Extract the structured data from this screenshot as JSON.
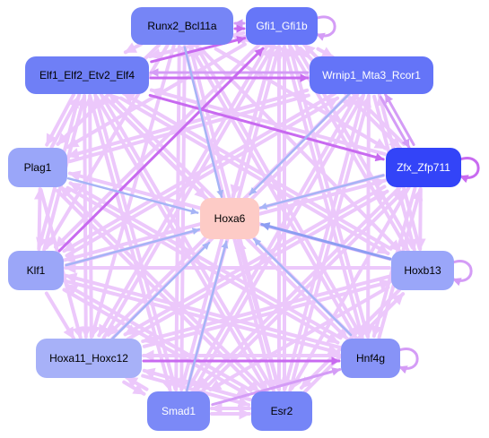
{
  "colors": {
    "edge_light": "#ecc8fb",
    "edge_mid": "#d49cf6",
    "edge_strong": "#c86af0",
    "edge_blue": "#a6b4f6",
    "edge_blue_dark": "#8d9ef2"
  },
  "nodes": [
    {
      "id": "hoxa6",
      "label": "Hoxa6",
      "fill": "#fdcbc6",
      "text": "#000000"
    },
    {
      "id": "runx2",
      "label": "Runx2_Bcl11a",
      "fill": "#7685f6",
      "text": "#000000"
    },
    {
      "id": "gfi1",
      "label": "Gfi1_Gfi1b",
      "fill": "#6676f8",
      "text": "#ffffff"
    },
    {
      "id": "elf1",
      "label": "Elf1_Elf2_Etv2_Elf4",
      "fill": "#6f7ff6",
      "text": "#000000"
    },
    {
      "id": "wrnip1",
      "label": "Wrnip1_Mta3_Rcor1",
      "fill": "#6474f8",
      "text": "#ffffff"
    },
    {
      "id": "plag1",
      "label": "Plag1",
      "fill": "#9aa6f9",
      "text": "#000000"
    },
    {
      "id": "zfx",
      "label": "Zfx_Zfp711",
      "fill": "#3344f8",
      "text": "#ffffff"
    },
    {
      "id": "klf1",
      "label": "Klf1",
      "fill": "#9ba6f8",
      "text": "#000000"
    },
    {
      "id": "hoxb13",
      "label": "Hoxb13",
      "fill": "#9aa6f9",
      "text": "#000000"
    },
    {
      "id": "hoxa11",
      "label": "Hoxa11_Hoxc12",
      "fill": "#a7b1f8",
      "text": "#000000"
    },
    {
      "id": "hnf4g",
      "label": "Hnf4g",
      "fill": "#8793f7",
      "text": "#000000"
    },
    {
      "id": "smad1",
      "label": "Smad1",
      "fill": "#7b89f7",
      "text": "#ffffff"
    },
    {
      "id": "esr2",
      "label": "Esr2",
      "fill": "#7585f7",
      "text": "#000000"
    }
  ],
  "edges": [
    {
      "from": "runx2",
      "to": "hoxa6",
      "kind": "blue"
    },
    {
      "from": "gfi1",
      "to": "hoxa6",
      "kind": "light"
    },
    {
      "from": "elf1",
      "to": "hoxa6",
      "kind": "light"
    },
    {
      "from": "wrnip1",
      "to": "hoxa6",
      "kind": "blue"
    },
    {
      "from": "plag1",
      "to": "hoxa6",
      "kind": "blue"
    },
    {
      "from": "zfx",
      "to": "hoxa6",
      "kind": "blue"
    },
    {
      "from": "klf1",
      "to": "hoxa6",
      "kind": "blue"
    },
    {
      "from": "hoxb13",
      "to": "hoxa6",
      "kind": "blue_dark"
    },
    {
      "from": "hoxa11",
      "to": "hoxa6",
      "kind": "blue"
    },
    {
      "from": "hnf4g",
      "to": "hoxa6",
      "kind": "blue"
    },
    {
      "from": "smad1",
      "to": "hoxa6",
      "kind": "blue"
    },
    {
      "from": "esr2",
      "to": "hoxa6",
      "kind": "light"
    },
    {
      "from": "runx2",
      "to": "gfi1",
      "kind": "strong"
    },
    {
      "from": "gfi1",
      "to": "runx2",
      "kind": "mid"
    },
    {
      "from": "elf1",
      "to": "gfi1",
      "kind": "strong"
    },
    {
      "from": "elf1",
      "to": "wrnip1",
      "kind": "strong"
    },
    {
      "from": "wrnip1",
      "to": "elf1",
      "kind": "mid"
    },
    {
      "from": "gfi1",
      "to": "wrnip1",
      "kind": "light"
    },
    {
      "from": "wrnip1",
      "to": "zfx",
      "kind": "mid"
    },
    {
      "from": "zfx",
      "to": "wrnip1",
      "kind": "mid"
    },
    {
      "from": "elf1",
      "to": "zfx",
      "kind": "strong"
    },
    {
      "from": "klf1",
      "to": "gfi1",
      "kind": "strong"
    },
    {
      "from": "klf1",
      "to": "plag1",
      "kind": "light"
    },
    {
      "from": "smad1",
      "to": "hnf4g",
      "kind": "mid"
    },
    {
      "from": "smad1",
      "to": "esr2",
      "kind": "light"
    },
    {
      "from": "esr2",
      "to": "smad1",
      "kind": "light"
    },
    {
      "from": "hoxa11",
      "to": "hnf4g",
      "kind": "strong"
    },
    {
      "from": "hoxa11",
      "to": "smad1",
      "kind": "light"
    },
    {
      "from": "runx2",
      "to": "elf1",
      "kind": "light"
    },
    {
      "from": "runx2",
      "to": "plag1",
      "kind": "light"
    },
    {
      "from": "runx2",
      "to": "klf1",
      "kind": "light"
    },
    {
      "from": "runx2",
      "to": "hoxa11",
      "kind": "light"
    },
    {
      "from": "runx2",
      "to": "smad1",
      "kind": "light"
    },
    {
      "from": "runx2",
      "to": "esr2",
      "kind": "light"
    },
    {
      "from": "runx2",
      "to": "hnf4g",
      "kind": "light"
    },
    {
      "from": "runx2",
      "to": "hoxb13",
      "kind": "light"
    },
    {
      "from": "runx2",
      "to": "zfx",
      "kind": "light"
    },
    {
      "from": "gfi1",
      "to": "elf1",
      "kind": "light"
    },
    {
      "from": "gfi1",
      "to": "plag1",
      "kind": "light"
    },
    {
      "from": "gfi1",
      "to": "klf1",
      "kind": "light"
    },
    {
      "from": "gfi1",
      "to": "hoxa11",
      "kind": "light"
    },
    {
      "from": "gfi1",
      "to": "smad1",
      "kind": "light"
    },
    {
      "from": "gfi1",
      "to": "esr2",
      "kind": "light"
    },
    {
      "from": "gfi1",
      "to": "hnf4g",
      "kind": "light"
    },
    {
      "from": "gfi1",
      "to": "hoxb13",
      "kind": "light"
    },
    {
      "from": "gfi1",
      "to": "zfx",
      "kind": "light"
    },
    {
      "from": "elf1",
      "to": "plag1",
      "kind": "light"
    },
    {
      "from": "elf1",
      "to": "klf1",
      "kind": "light"
    },
    {
      "from": "elf1",
      "to": "hoxa11",
      "kind": "light"
    },
    {
      "from": "elf1",
      "to": "smad1",
      "kind": "light"
    },
    {
      "from": "elf1",
      "to": "esr2",
      "kind": "light"
    },
    {
      "from": "elf1",
      "to": "hnf4g",
      "kind": "light"
    },
    {
      "from": "elf1",
      "to": "hoxb13",
      "kind": "light"
    },
    {
      "from": "wrnip1",
      "to": "plag1",
      "kind": "light"
    },
    {
      "from": "wrnip1",
      "to": "klf1",
      "kind": "light"
    },
    {
      "from": "wrnip1",
      "to": "hoxa11",
      "kind": "light"
    },
    {
      "from": "wrnip1",
      "to": "smad1",
      "kind": "light"
    },
    {
      "from": "wrnip1",
      "to": "esr2",
      "kind": "light"
    },
    {
      "from": "wrnip1",
      "to": "hnf4g",
      "kind": "light"
    },
    {
      "from": "wrnip1",
      "to": "hoxb13",
      "kind": "light"
    },
    {
      "from": "wrnip1",
      "to": "runx2",
      "kind": "light"
    },
    {
      "from": "plag1",
      "to": "elf1",
      "kind": "light"
    },
    {
      "from": "plag1",
      "to": "hoxa11",
      "kind": "light"
    },
    {
      "from": "plag1",
      "to": "esr2",
      "kind": "light"
    },
    {
      "from": "plag1",
      "to": "hnf4g",
      "kind": "light"
    },
    {
      "from": "plag1",
      "to": "wrnip1",
      "kind": "light"
    },
    {
      "from": "zfx",
      "to": "elf1",
      "kind": "light"
    },
    {
      "from": "zfx",
      "to": "klf1",
      "kind": "light"
    },
    {
      "from": "zfx",
      "to": "hoxa11",
      "kind": "light"
    },
    {
      "from": "zfx",
      "to": "smad1",
      "kind": "light"
    },
    {
      "from": "zfx",
      "to": "esr2",
      "kind": "light"
    },
    {
      "from": "zfx",
      "to": "hnf4g",
      "kind": "light"
    },
    {
      "from": "zfx",
      "to": "hoxb13",
      "kind": "light"
    },
    {
      "from": "zfx",
      "to": "gfi1",
      "kind": "light"
    },
    {
      "from": "klf1",
      "to": "elf1",
      "kind": "light"
    },
    {
      "from": "klf1",
      "to": "wrnip1",
      "kind": "light"
    },
    {
      "from": "klf1",
      "to": "hoxa11",
      "kind": "light"
    },
    {
      "from": "klf1",
      "to": "esr2",
      "kind": "light"
    },
    {
      "from": "klf1",
      "to": "hnf4g",
      "kind": "light"
    },
    {
      "from": "klf1",
      "to": "zfx",
      "kind": "light"
    },
    {
      "from": "hoxb13",
      "to": "elf1",
      "kind": "light"
    },
    {
      "from": "hoxb13",
      "to": "gfi1",
      "kind": "light"
    },
    {
      "from": "hoxb13",
      "to": "wrnip1",
      "kind": "light"
    },
    {
      "from": "hoxb13",
      "to": "plag1",
      "kind": "light"
    },
    {
      "from": "hoxb13",
      "to": "klf1",
      "kind": "light"
    },
    {
      "from": "hoxb13",
      "to": "hoxa11",
      "kind": "light"
    },
    {
      "from": "hoxb13",
      "to": "smad1",
      "kind": "light"
    },
    {
      "from": "hoxb13",
      "to": "esr2",
      "kind": "light"
    },
    {
      "from": "hoxa11",
      "to": "elf1",
      "kind": "light"
    },
    {
      "from": "hoxa11",
      "to": "gfi1",
      "kind": "light"
    },
    {
      "from": "hoxa11",
      "to": "wrnip1",
      "kind": "light"
    },
    {
      "from": "hoxa11",
      "to": "zfx",
      "kind": "light"
    },
    {
      "from": "hoxa11",
      "to": "hoxb13",
      "kind": "light"
    },
    {
      "from": "hoxa11",
      "to": "esr2",
      "kind": "light"
    },
    {
      "from": "hnf4g",
      "to": "elf1",
      "kind": "light"
    },
    {
      "from": "hnf4g",
      "to": "gfi1",
      "kind": "light"
    },
    {
      "from": "hnf4g",
      "to": "runx2",
      "kind": "light"
    },
    {
      "from": "hnf4g",
      "to": "plag1",
      "kind": "light"
    },
    {
      "from": "hnf4g",
      "to": "klf1",
      "kind": "light"
    },
    {
      "from": "hnf4g",
      "to": "hoxa11",
      "kind": "light"
    },
    {
      "from": "hnf4g",
      "to": "zfx",
      "kind": "light"
    },
    {
      "from": "smad1",
      "to": "elf1",
      "kind": "light"
    },
    {
      "from": "smad1",
      "to": "gfi1",
      "kind": "light"
    },
    {
      "from": "smad1",
      "to": "runx2",
      "kind": "light"
    },
    {
      "from": "smad1",
      "to": "wrnip1",
      "kind": "light"
    },
    {
      "from": "smad1",
      "to": "zfx",
      "kind": "light"
    },
    {
      "from": "smad1",
      "to": "hoxa11",
      "kind": "light"
    },
    {
      "from": "esr2",
      "to": "elf1",
      "kind": "light"
    },
    {
      "from": "esr2",
      "to": "gfi1",
      "kind": "light"
    },
    {
      "from": "esr2",
      "to": "runx2",
      "kind": "light"
    },
    {
      "from": "esr2",
      "to": "wrnip1",
      "kind": "light"
    },
    {
      "from": "esr2",
      "to": "plag1",
      "kind": "light"
    },
    {
      "from": "esr2",
      "to": "klf1",
      "kind": "light"
    },
    {
      "from": "esr2",
      "to": "hoxa11",
      "kind": "light"
    },
    {
      "from": "esr2",
      "to": "hoxb13",
      "kind": "light"
    }
  ],
  "self_loops": [
    "gfi1",
    "zfx",
    "hoxb13",
    "hnf4g"
  ]
}
